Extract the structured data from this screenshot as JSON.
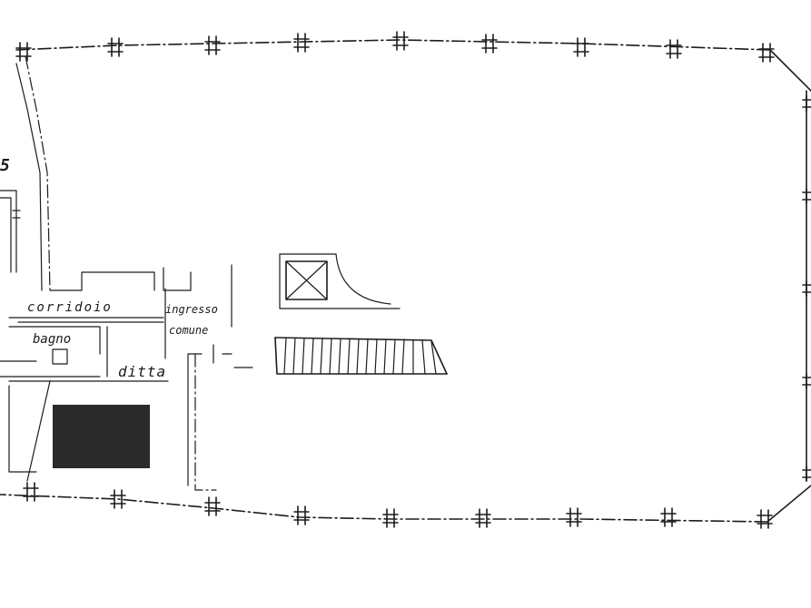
{
  "labels": {
    "corridor": "corridoio",
    "bathroom": "bagno",
    "entrance_line1": "ingresso",
    "entrance_line2": "comune",
    "company": "ditta",
    "margin_mark": "5"
  },
  "redaction": {
    "color": "#2b2a2a"
  }
}
